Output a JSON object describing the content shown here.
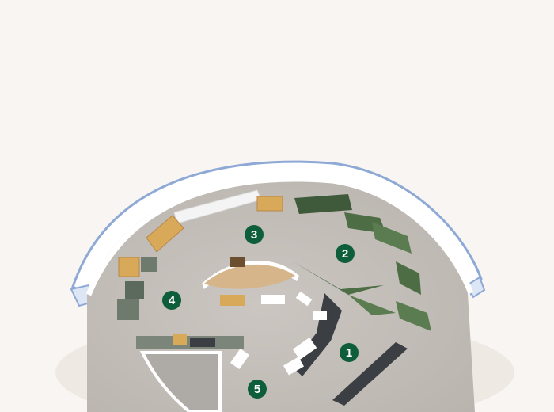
{
  "floorplan": {
    "colors": {
      "background": "#f8f5f2",
      "wall": "#ffffff",
      "wall_edge": "#8fa9d6",
      "floor": "#c5c0bb",
      "marker": "#0f5e3b",
      "wood": "#d9a95a",
      "green_panel": "#4d6e45",
      "dark_furniture": "#3b3f43"
    },
    "zones": [
      {
        "id": "zone-1",
        "label": "1"
      },
      {
        "id": "zone-2",
        "label": "2"
      },
      {
        "id": "zone-3",
        "label": "3"
      },
      {
        "id": "zone-4",
        "label": "4"
      },
      {
        "id": "zone-5",
        "label": "5"
      }
    ]
  }
}
